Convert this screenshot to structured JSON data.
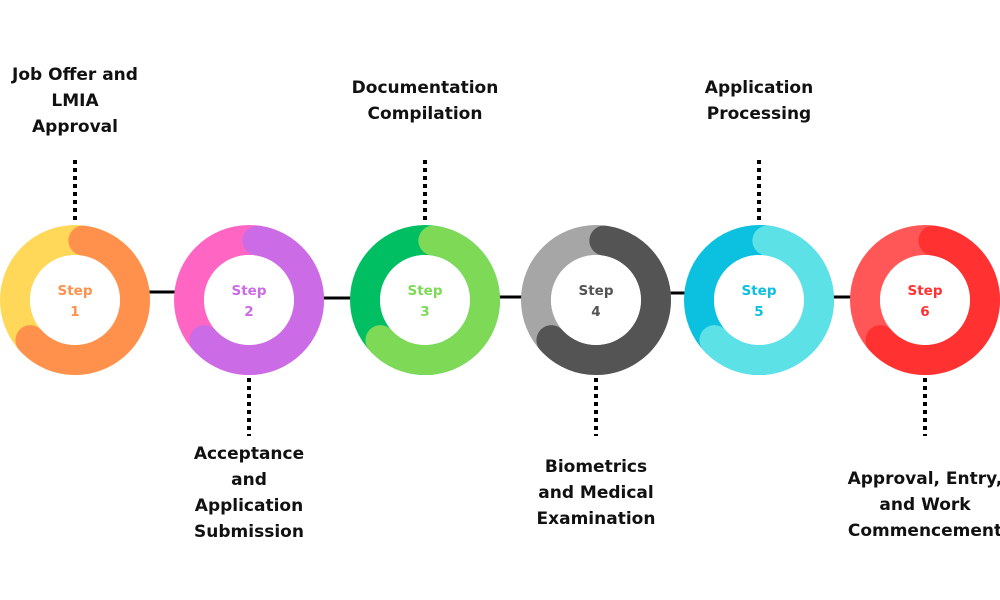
{
  "title": "Canadian Work Permit Process Steps",
  "steps": [
    {
      "step_word": "Step",
      "number": "1",
      "label": "Job Offer and\nLMIA\nApproval",
      "label_position": "top",
      "colors": {
        "ring_base": "#FFD859",
        "ring_arc": "#FF914D",
        "text": "#FF914D"
      }
    },
    {
      "step_word": "Step",
      "number": "2",
      "label": "Acceptance\nand\nApplication\nSubmission",
      "label_position": "bottom",
      "colors": {
        "ring_base": "#FF66C4",
        "ring_arc": "#CB6CE6",
        "text": "#CB6CE6"
      }
    },
    {
      "step_word": "Step",
      "number": "3",
      "label": "Documentation\nCompilation",
      "label_position": "top",
      "colors": {
        "ring_base": "#00BF63",
        "ring_arc": "#7ED957",
        "text": "#7ED957"
      }
    },
    {
      "step_word": "Step",
      "number": "4",
      "label": "Biometrics\nand Medical\nExamination",
      "label_position": "bottom",
      "colors": {
        "ring_base": "#A6A6A6",
        "ring_arc": "#545454",
        "text": "#545454"
      }
    },
    {
      "step_word": "Step",
      "number": "5",
      "label": "Application\nProcessing",
      "label_position": "top",
      "colors": {
        "ring_base": "#0CC0DF",
        "ring_arc": "#5CE1E6",
        "text": "#0CC0DF"
      }
    },
    {
      "step_word": "Step",
      "number": "6",
      "label": "Approval, Entry,\nand Work\nCommencement",
      "label_position": "bottom",
      "colors": {
        "ring_base": "#FF5757",
        "ring_arc": "#FF3131",
        "text": "#FF3131"
      }
    }
  ],
  "connector_color": "#000000"
}
